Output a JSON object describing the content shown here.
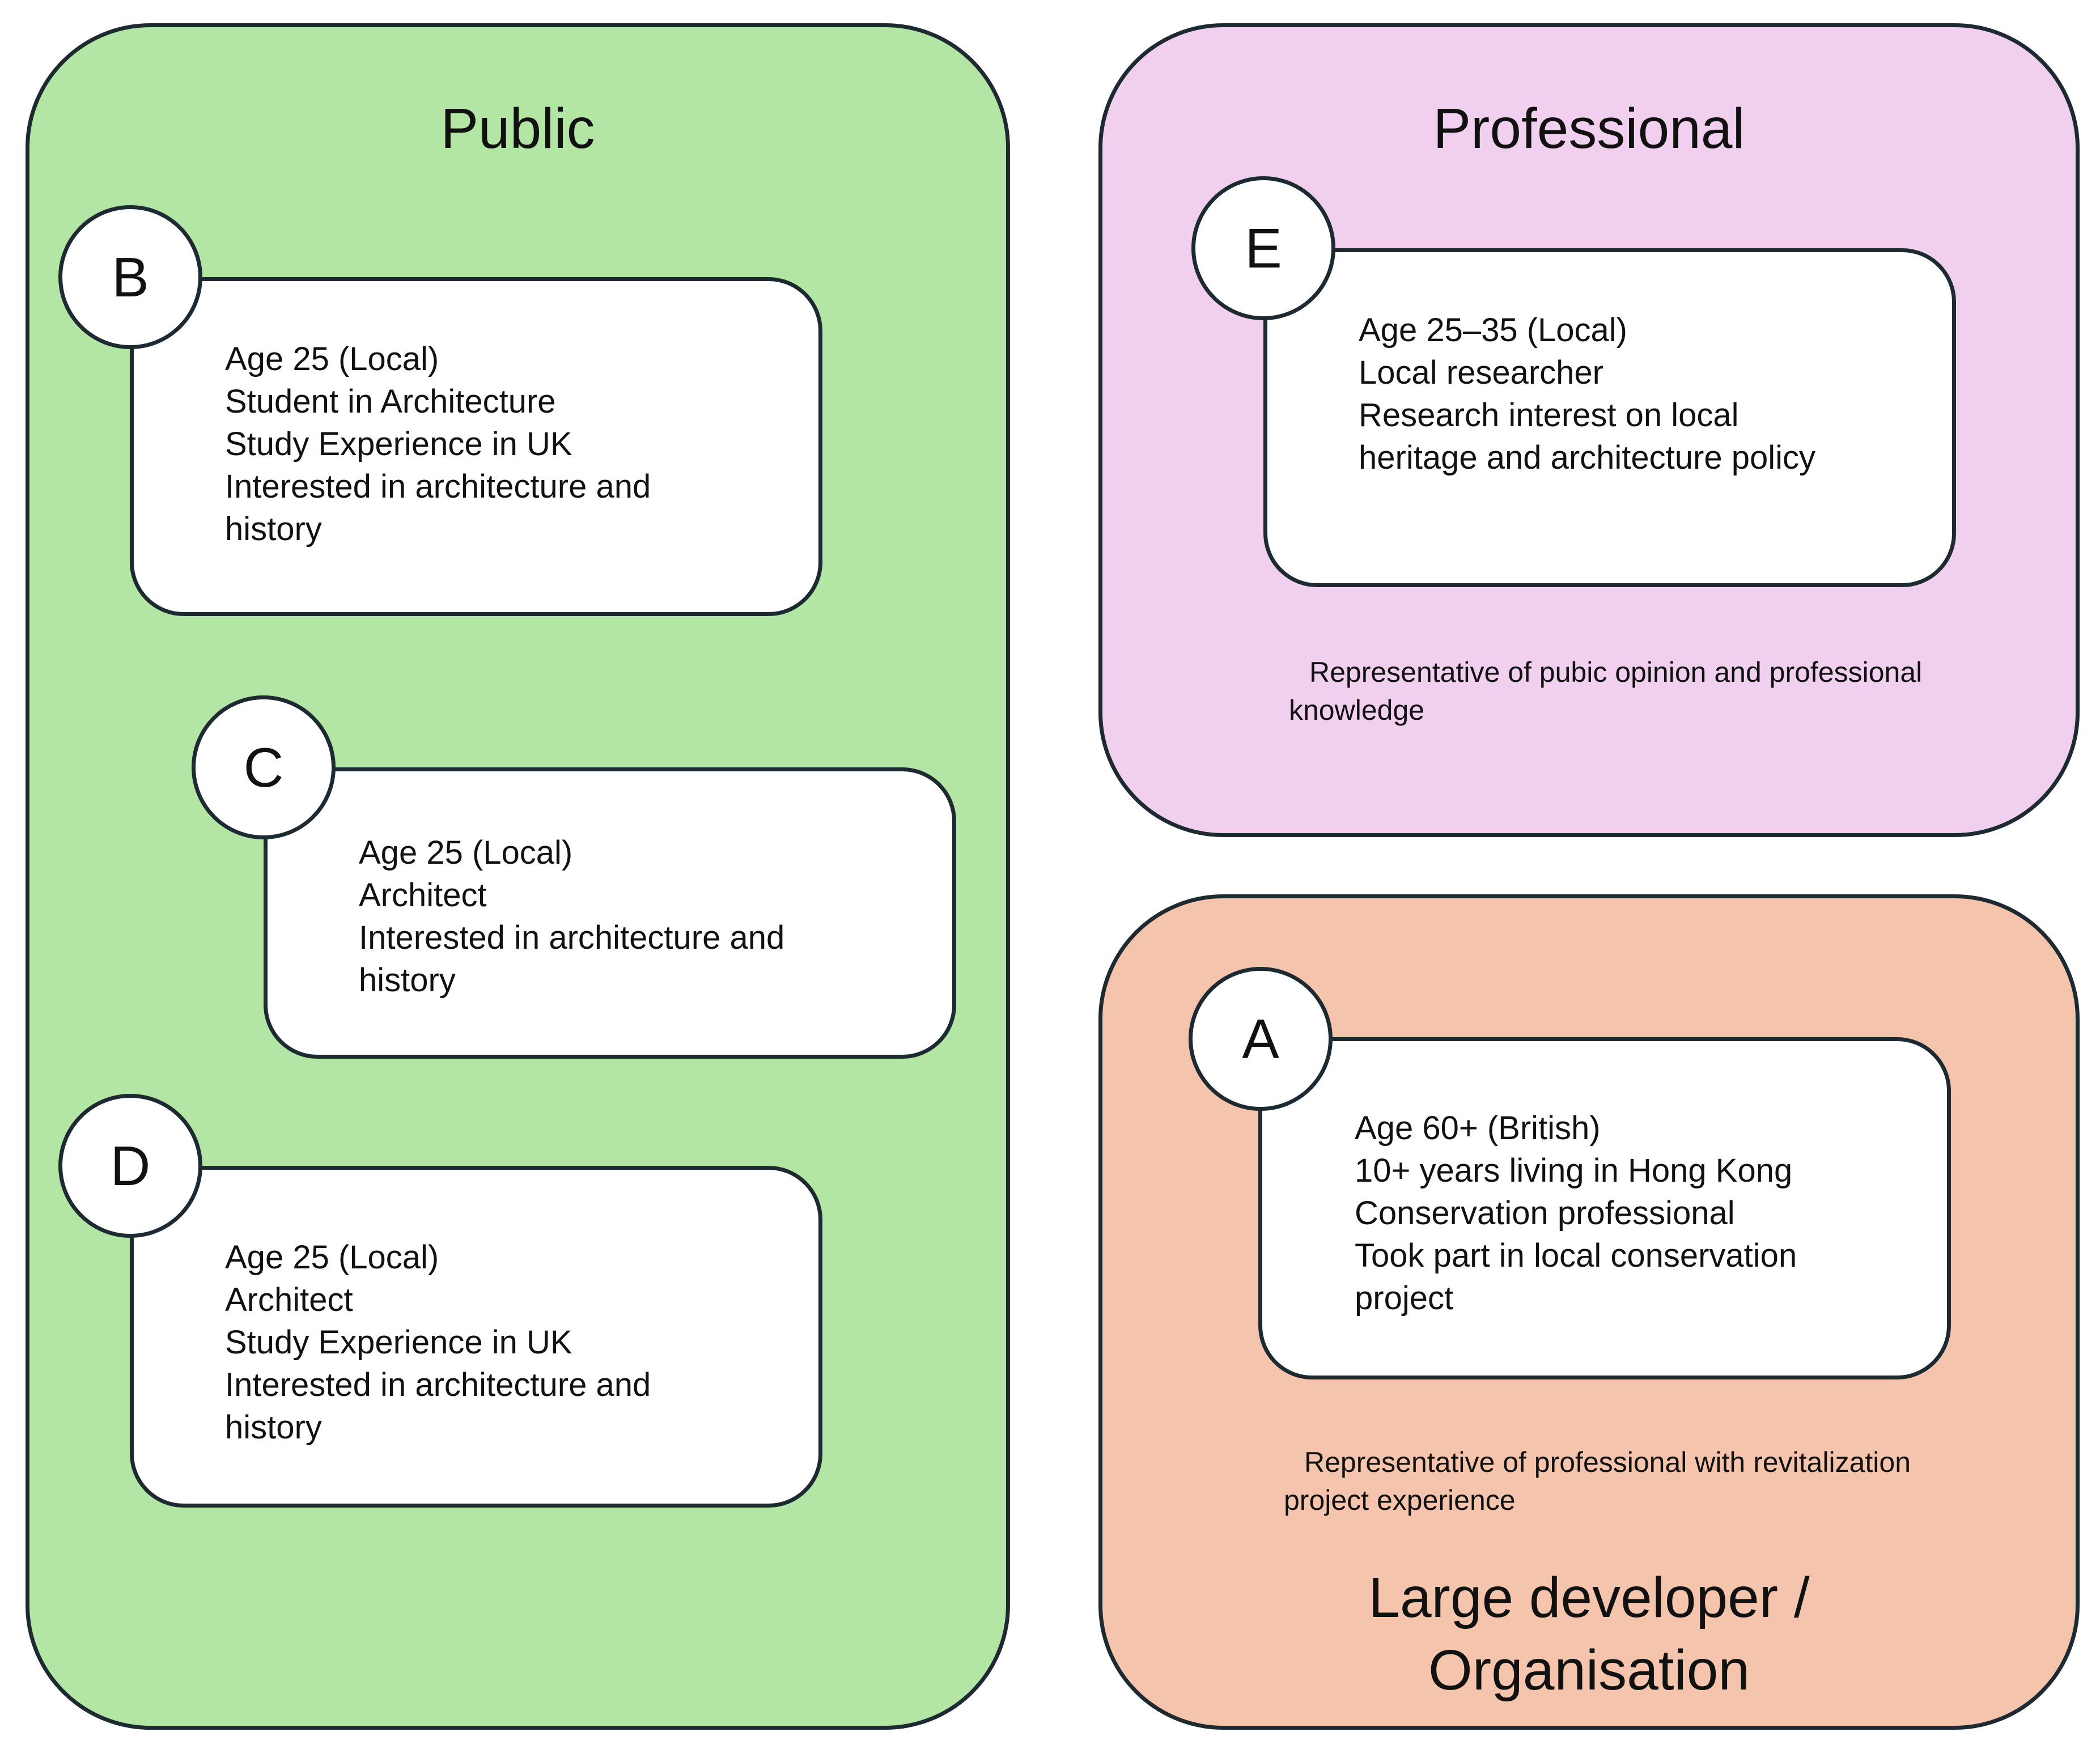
{
  "groups": {
    "public": {
      "title": "Public",
      "participants": [
        {
          "id": "B",
          "lines": [
            "Age 25 (Local)",
            "Student in Architecture",
            "Study Experience in UK",
            "Interested in architecture and",
            "history"
          ]
        },
        {
          "id": "C",
          "lines": [
            "Age 25 (Local)",
            "Architect",
            "Interested in architecture and",
            "history"
          ]
        },
        {
          "id": "D",
          "lines": [
            "Age 25 (Local)",
            "Architect",
            "Study Experience in UK",
            "Interested in architecture and",
            "history"
          ]
        }
      ]
    },
    "professional": {
      "title": "Professional",
      "participant": {
        "id": "E",
        "lines": [
          "Age 25–35 (Local)",
          "Local researcher",
          "Research interest on local",
          "heritage and architecture policy"
        ]
      },
      "note_lines": [
        "Representative of pubic opinion and professional",
        "knowledge"
      ]
    },
    "developer": {
      "title_lines": [
        "Large developer /",
        "Organisation"
      ],
      "participant": {
        "id": "A",
        "lines": [
          "Age 60+ (British)",
          "10+ years living in Hong Kong",
          "Conservation professional",
          "Took part in local conservation",
          "project"
        ]
      },
      "note_lines": [
        "Representative of professional with revitalization",
        "project experience"
      ]
    }
  },
  "colors": {
    "public": "#b3e5a4",
    "professional": "#f1cfee",
    "developer": "#f5c4ac",
    "outline": "#1e2a32"
  }
}
